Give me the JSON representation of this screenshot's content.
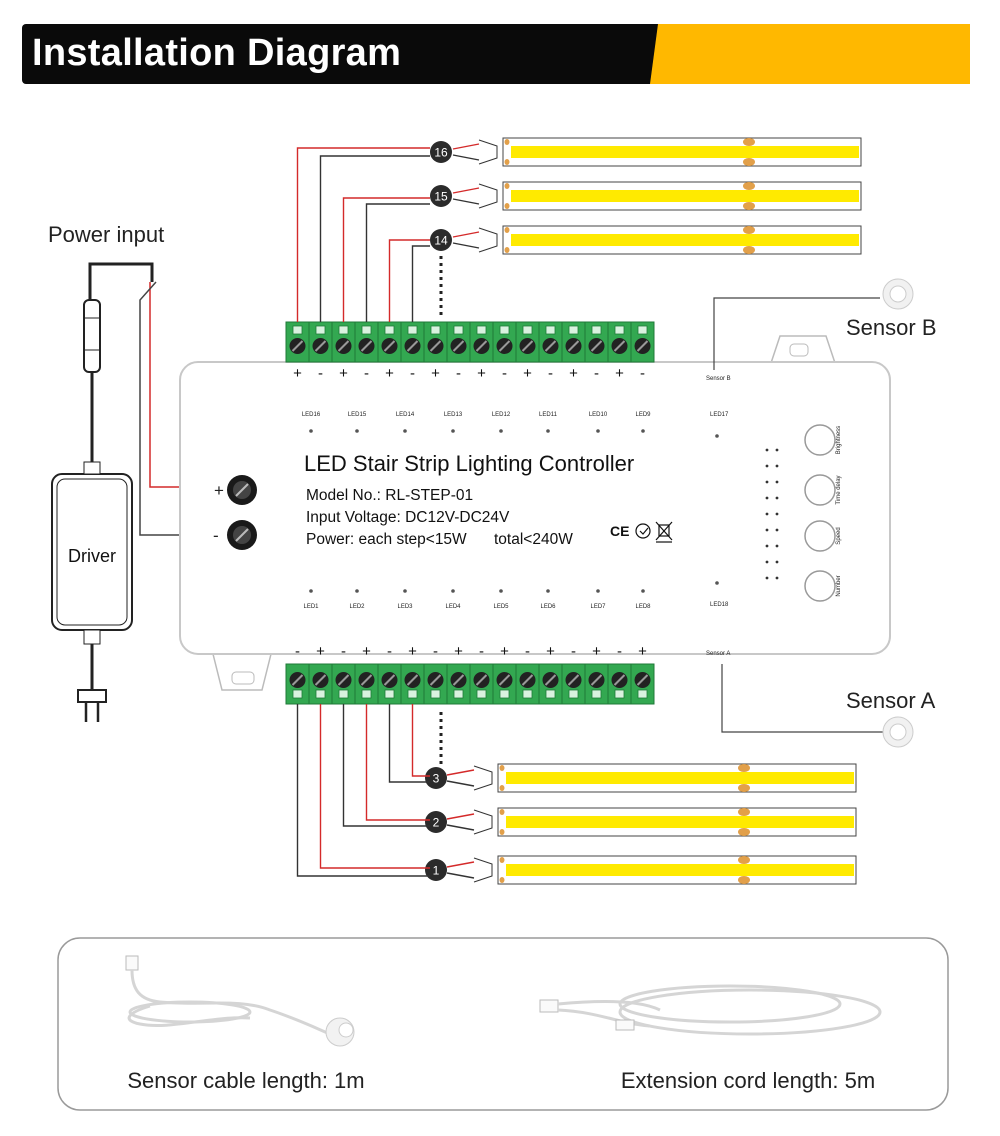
{
  "banner": {
    "title": "Installation Diagram",
    "accent_color": "#FFB800",
    "bg_color": "#0a0a0a"
  },
  "labels": {
    "power_input": "Power input",
    "driver": "Driver",
    "sensor_b": "Sensor B",
    "sensor_a": "Sensor A",
    "plus": "+",
    "minus": "-"
  },
  "controller": {
    "title": "LED Stair Strip Lighting Controller",
    "model": "Model No.: RL-STEP-01",
    "input_voltage": "Input Voltage: DC12V-DC24V",
    "power": "Power: each step<15W",
    "total": "total<240W",
    "cert_marks": "CE",
    "top_leds": [
      "LED16",
      "LED15",
      "LED14",
      "LED13",
      "LED12",
      "LED11",
      "LED10",
      "LED9"
    ],
    "bottom_leds": [
      "LED1",
      "LED2",
      "LED3",
      "LED4",
      "LED5",
      "LED6",
      "LED7",
      "LED8"
    ],
    "led17": "LED17",
    "led18": "LED18",
    "sensor_b_port": "Sensor B",
    "sensor_a_port": "Sensor A",
    "buttons": [
      "Brightness",
      "Time delay",
      "Speed",
      "Number"
    ]
  },
  "strips": {
    "top": [
      "16",
      "15",
      "14"
    ],
    "bottom": [
      "3",
      "2",
      "1"
    ],
    "strip_color": "#FFEA00",
    "wire_red": "#d42a2a",
    "wire_black": "#333333"
  },
  "accessories": {
    "sensor_cable": "Sensor cable length: 1m",
    "extension_cord": "Extension cord length: 5m"
  }
}
